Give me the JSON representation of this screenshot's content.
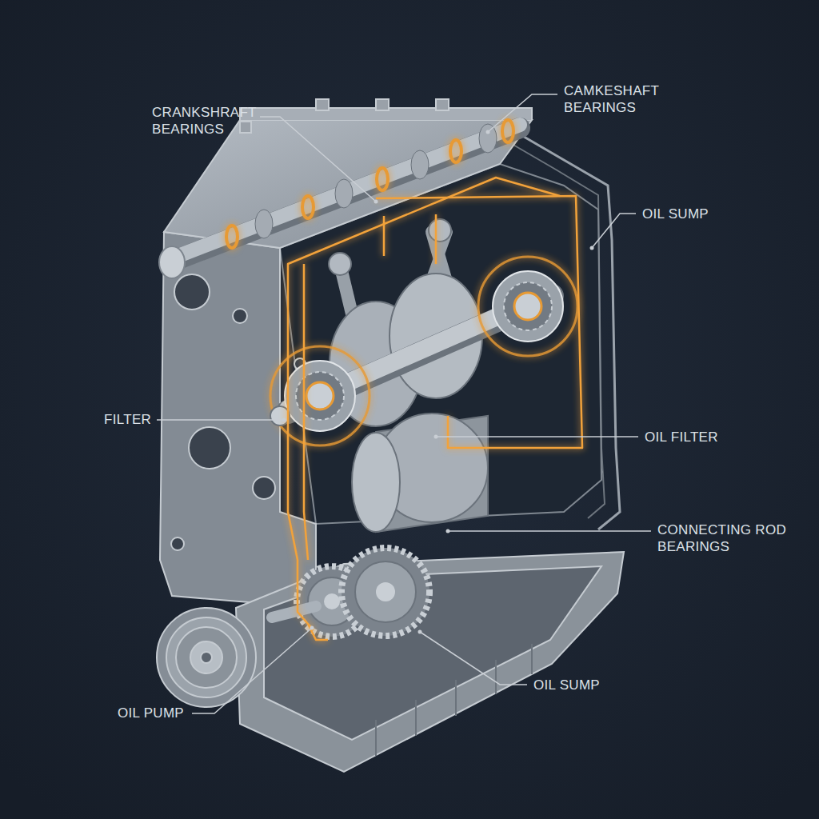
{
  "diagram": {
    "labels": [
      "CRANKSHRAFT BEARINGS",
      "CAMKESHAFT BEARINGS",
      "OIL SUMP",
      "FILTER",
      "OIL FILTER",
      "CONNECTING ROD BEARINGS",
      "OIL SUMP",
      "OIL PUMP"
    ]
  }
}
